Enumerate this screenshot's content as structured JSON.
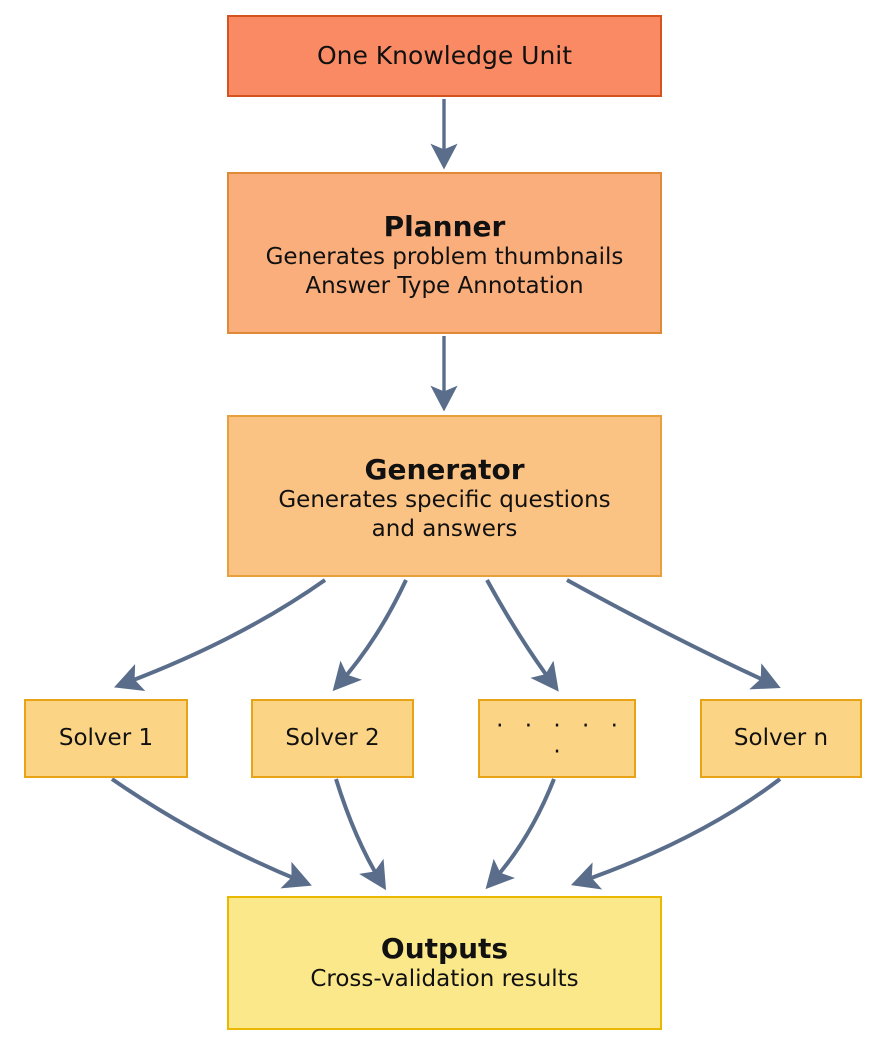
{
  "diagram": {
    "type": "flowchart",
    "orientation": "top-to-bottom",
    "background": "#ffffff",
    "edge_color": "#5A6E8C"
  },
  "nodes": {
    "knowledge_unit": {
      "label": "One Knowledge Unit",
      "fill": "#F98A63",
      "border": "#D5531E"
    },
    "planner": {
      "title": "Planner",
      "line1": "Generates problem thumbnails",
      "line2": "Answer Type Annotation",
      "fill": "#F9AE7C",
      "border": "#E08A38"
    },
    "generator": {
      "title": "Generator",
      "line1": "Generates specific questions",
      "line2": "and answers",
      "fill": "#FBC383",
      "border": "#E8A03C"
    },
    "solvers": [
      {
        "label": "Solver 1",
        "fill": "#FCD485",
        "border": "#E8A317"
      },
      {
        "label": "Solver 2",
        "fill": "#FCD485",
        "border": "#E8A317"
      },
      {
        "label": "· · · · · ·",
        "fill": "#FCD485",
        "border": "#E8A317"
      },
      {
        "label": "Solver n",
        "fill": "#FCD485",
        "border": "#E8A317"
      }
    ],
    "outputs": {
      "title": "Outputs",
      "line1": "Cross-validation results",
      "fill": "#FBE88A",
      "border": "#EAB800"
    }
  },
  "edges": [
    {
      "from": "knowledge_unit",
      "to": "planner",
      "style": "straight-arrow"
    },
    {
      "from": "planner",
      "to": "generator",
      "style": "straight-arrow"
    },
    {
      "from": "generator",
      "to": "solver-1",
      "style": "curved-arrow"
    },
    {
      "from": "generator",
      "to": "solver-2",
      "style": "curved-arrow"
    },
    {
      "from": "generator",
      "to": "solver-ellipsis",
      "style": "curved-arrow"
    },
    {
      "from": "generator",
      "to": "solver-n",
      "style": "curved-arrow"
    },
    {
      "from": "solver-1",
      "to": "outputs",
      "style": "curved-arrow"
    },
    {
      "from": "solver-2",
      "to": "outputs",
      "style": "curved-arrow"
    },
    {
      "from": "solver-ellipsis",
      "to": "outputs",
      "style": "curved-arrow"
    },
    {
      "from": "solver-n",
      "to": "outputs",
      "style": "curved-arrow"
    }
  ]
}
